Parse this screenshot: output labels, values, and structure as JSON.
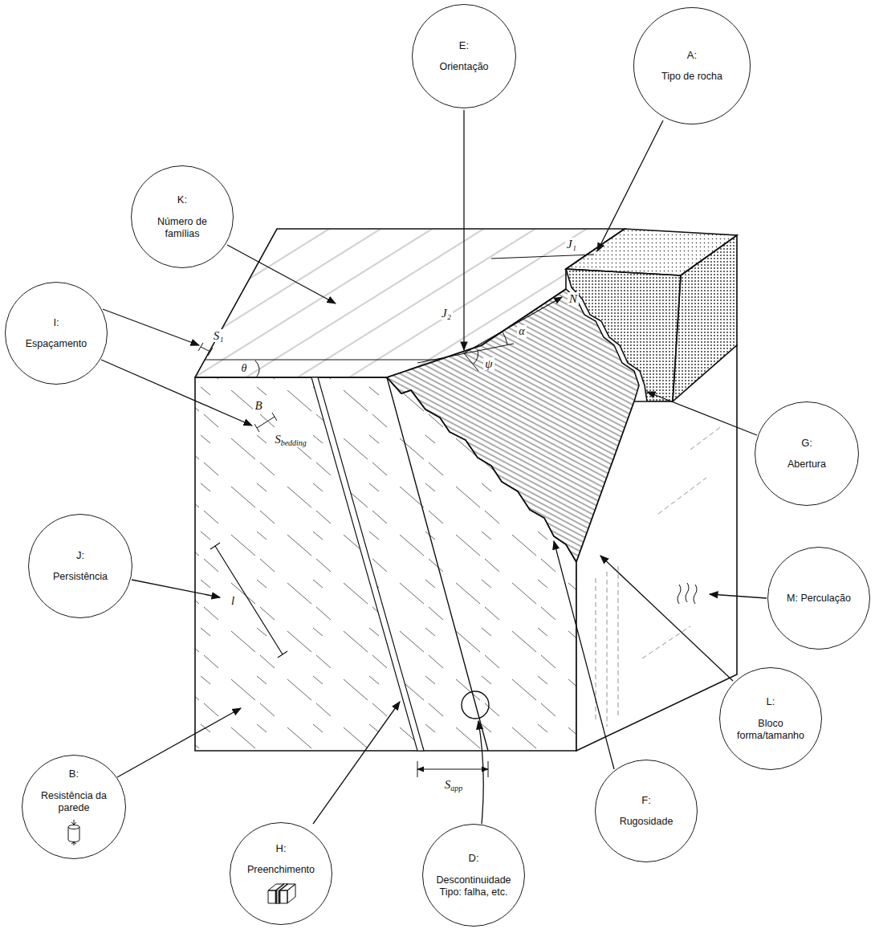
{
  "diagram": {
    "nodes": [
      {
        "text": [
          "E:",
          "Orientação"
        ]
      },
      {
        "text": [
          "A:",
          "Tipo de rocha"
        ]
      },
      {
        "text": [
          "K:",
          "Número de famílias"
        ]
      },
      {
        "text": [
          "I:",
          "Espaçamento"
        ]
      },
      {
        "text": [
          "G:",
          "Abertura"
        ]
      },
      {
        "text": [
          "J:",
          "Persistência"
        ]
      },
      {
        "text": [
          "M: Perculação"
        ]
      },
      {
        "text": [
          "L:",
          "Bloco forma/tamanho"
        ]
      },
      {
        "text": [
          "B:",
          "Resistência da parede"
        ]
      },
      {
        "text": [
          "F:",
          "Rugosidade"
        ]
      },
      {
        "text": [
          "H:",
          "Preenchimento"
        ]
      },
      {
        "text": [
          "D:",
          "Descontinuidade Tipo: falha, etc."
        ]
      }
    ],
    "labels": [
      "S₁",
      "θ",
      "B",
      "Sbedding",
      "l",
      "J₂",
      "J₁",
      "N",
      "α",
      "ψ",
      "Sapp"
    ]
  }
}
